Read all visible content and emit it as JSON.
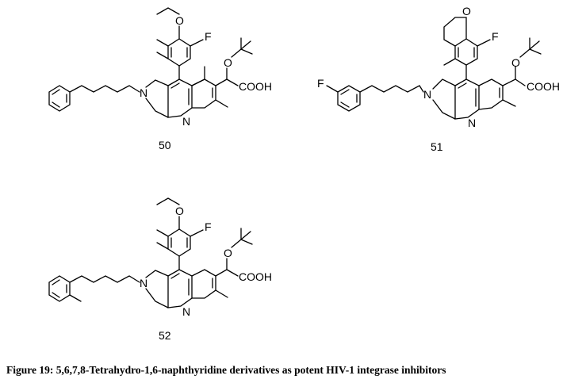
{
  "figure": {
    "caption": "Figure 19: 5,6,7,8-Tetrahydro-1,6-naphthyridine derivatives as potent HIV-1 integrase inhibitors"
  },
  "compounds": [
    {
      "number": "50",
      "labels": {
        "ether_o": "O",
        "fluoro": "F",
        "tbu_o": "O",
        "acid": "COOH",
        "ring_n": "N",
        "pyridine_n": "N"
      }
    },
    {
      "number": "51",
      "labels": {
        "chroman_o": "O",
        "fluoro": "F",
        "tbu_o": "O",
        "acid": "COOH",
        "ring_n": "N",
        "pyridine_n": "N",
        "aryl_fluoro": "F"
      }
    },
    {
      "number": "52",
      "labels": {
        "ether_o": "O",
        "fluoro": "F",
        "tbu_o": "O",
        "acid": "COOH",
        "ring_n": "N",
        "pyridine_n": "N"
      }
    }
  ]
}
